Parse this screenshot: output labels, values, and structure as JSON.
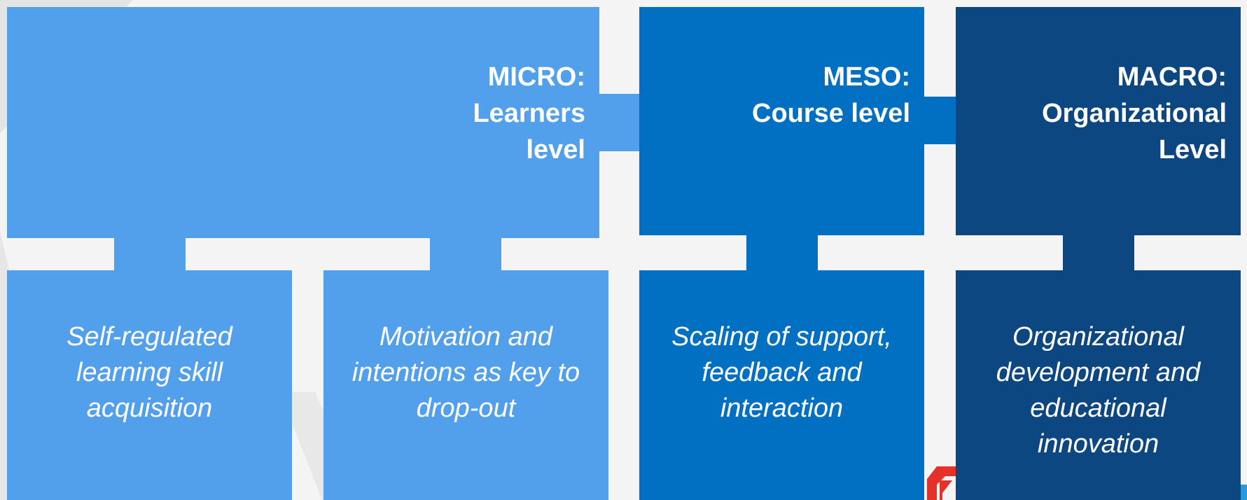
{
  "columns": [
    {
      "id": "micro",
      "title_line1": "MICRO:",
      "title_line2": "Learners",
      "title_line3": "level",
      "color": "#529fec"
    },
    {
      "id": "meso",
      "title_line1": "MESO:",
      "title_line2": "Course level",
      "title_line3": "",
      "color": "#0270c2"
    },
    {
      "id": "macro",
      "title_line1": "MACRO:",
      "title_line2": "Organizational",
      "title_line3": "Level",
      "color": "#0d4781"
    }
  ],
  "topics": [
    {
      "id": "self-regulated",
      "line1": "Self-regulated",
      "line2": "learning skill",
      "line3": "acquisition",
      "line4": ""
    },
    {
      "id": "motivation",
      "line1": "Motivation and",
      "line2": "intentions as key to",
      "line3": "drop-out",
      "line4": ""
    },
    {
      "id": "scaling",
      "line1": "Scaling of support,",
      "line2": "feedback and",
      "line3": "interaction",
      "line4": ""
    },
    {
      "id": "organizational",
      "line1": "Organizational",
      "line2": "development and",
      "line3": "educational",
      "line4": "innovation"
    }
  ],
  "background_color": "#f4f4f4"
}
